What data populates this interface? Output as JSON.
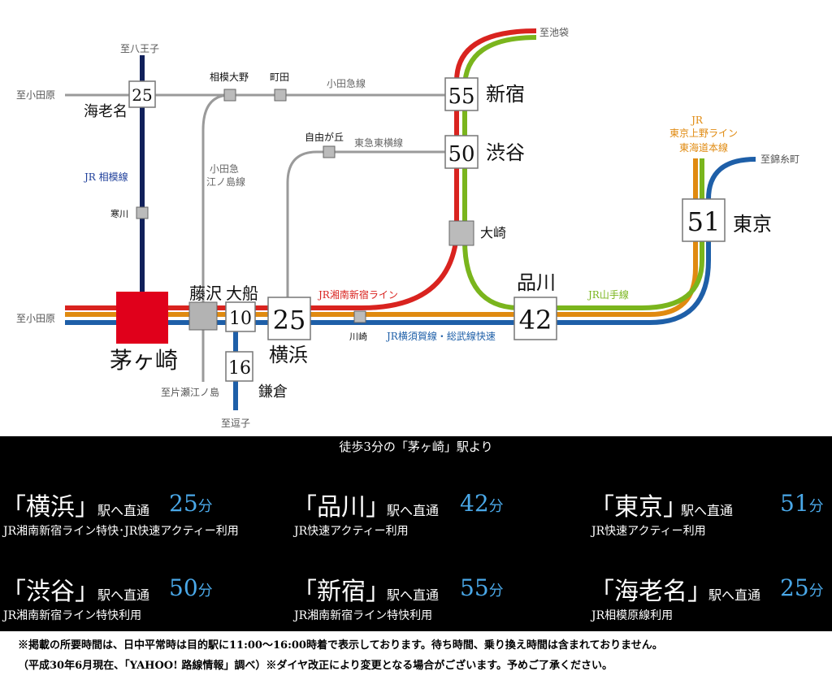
{
  "map": {
    "colors": {
      "red": "#d9231f",
      "orange": "#e08a10",
      "blue": "#1e5fa8",
      "green": "#7ab51d",
      "navy": "#10205a",
      "gray": "#9a9a9a",
      "chigasaki": "#e0001b"
    },
    "stations": {
      "chigasaki": "茅ヶ崎",
      "fujisawa": "藤沢",
      "ofuna": "大船",
      "yokohama": "横浜",
      "kamakura": "鎌倉",
      "shinagawa": "品川",
      "tokyo": "東京",
      "shibuya": "渋谷",
      "shinjuku": "新宿",
      "osaki": "大崎",
      "kawasaki": "川崎",
      "ebina": "海老名",
      "samukawa": "寒川",
      "sagamiono": "相模大野",
      "machida": "町田",
      "jiyugaoka": "自由が丘"
    },
    "minutes": {
      "ebina": "25",
      "ofuna": "10",
      "yokohama": "25",
      "kamakura": "16",
      "shinagawa": "42",
      "tokyo": "51",
      "shibuya": "50",
      "shinjuku": "55"
    },
    "directions": {
      "hachioji": "至八王子",
      "odawara_top": "至小田原",
      "odawara_bottom": "至小田原",
      "ikebukuro": "至池袋",
      "kinshicho": "至錦糸町",
      "katasenoshima": "至片瀬江ノ島",
      "zushi": "至逗子"
    },
    "lines": {
      "odakyu": "小田急線",
      "tokyu": "東急東横線",
      "enoshima_1": "小田急",
      "enoshima_2": "江ノ島線",
      "sagami": "JR 相模線",
      "shonan": "JR湘南新宿ライン",
      "yokosuka": "JR横須賀線・総武線快速",
      "yamanote": "JR山手線",
      "jr_1": "JR",
      "jr_2": "東京上野ライン",
      "jr_3": "東海道本線"
    }
  },
  "panel": {
    "header": "徒歩3分の「茅ヶ崎」駅より",
    "eki_label": "駅へ直通",
    "unit": "分",
    "cards": [
      {
        "dest": "「横浜」",
        "min": "25",
        "route": "JR湘南新宿ライン特快･JR快速アクティー利用"
      },
      {
        "dest": "「品川」",
        "min": "42",
        "route": "JR快速アクティー利用"
      },
      {
        "dest": "「東京」",
        "min": "51",
        "route": "JR快速アクティー利用"
      },
      {
        "dest": "「渋谷」",
        "min": "50",
        "route": "JR湘南新宿ライン特快利用"
      },
      {
        "dest": "「新宿」",
        "min": "55",
        "route": "JR湘南新宿ライン特快利用"
      },
      {
        "dest": "「海老名」",
        "min": "25",
        "route": "JR相模原線利用"
      }
    ]
  },
  "notes": {
    "line1": "※掲載の所要時間は、日中平常時は目的駅に11:00～16:00時着で表示しております。待ち時間、乗り換え時間は含まれておりません。",
    "line2": "（平成30年6月現在、「YAHOO! 路線情報」調べ）※ダイヤ改正により変更となる場合がございます。予めご了承ください。"
  }
}
